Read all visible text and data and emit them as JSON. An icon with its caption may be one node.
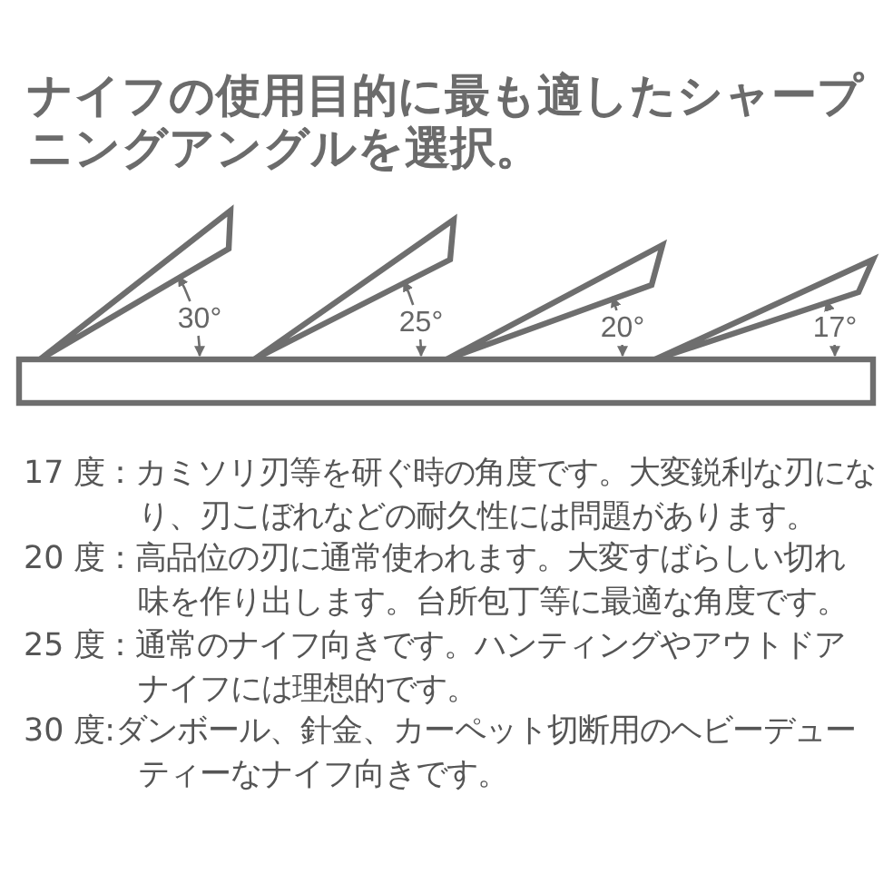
{
  "diagram": {
    "title": "ナイフの使用目的に最も適したシャープニングアングルを選択。",
    "labels": [
      "30°",
      "25°",
      "20°",
      "17°",
      "17 度：カミソリ刃等を研ぐ時の角度です。大変鋭利な刃になり、刃こぼれなどの耐久性には問題があります。",
      "20 度：高品位の刃に通常使われます。大変すばらしい切れ味を作り出します。台所包丁等に最適な角度です。",
      "25 度：通常のナイフ向きです。ハンティングやアウトドアナイフには理想的です。",
      "30 度:ダンボール、針金、カーペット切断用のヘビーデューティーなナイフ向きです。"
    ]
  }
}
